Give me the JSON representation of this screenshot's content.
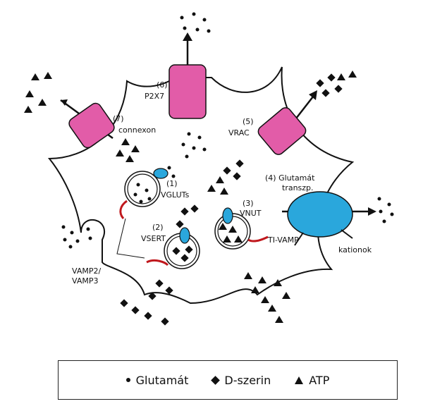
{
  "labels": {
    "connexon": "connexon",
    "connexon_num": "(7)",
    "p2x7_num": "(6)",
    "p2x7": "P2X7",
    "vrac_num": "(5)",
    "vrac": "VRAC",
    "glut_transp_line1": "(4) Glutamát",
    "glut_transp_line2": "transzp.",
    "vgluts_num": "(1)",
    "vgluts": "VGLUTs",
    "vsert_num": "(2)",
    "vsert": "VSERT",
    "vnut_num": "(3)",
    "vnut": "VNUT",
    "ti_vamp": "TI-VAMP",
    "vamp_line1": "VAMP2/",
    "vamp_line2": "VAMP3",
    "kationok": "kationok"
  },
  "legend": [
    {
      "symbol": "dot-icon",
      "label": "Glutamát"
    },
    {
      "symbol": "diamond-icon",
      "label": "D-szerin"
    },
    {
      "symbol": "triangle-icon",
      "label": "ATP"
    }
  ],
  "colors": {
    "channel": "#e25ca8",
    "channel_dark": "#b83a84",
    "transporter": "#2aa7dc",
    "snare": "#c0181d",
    "ink": "#111111"
  }
}
